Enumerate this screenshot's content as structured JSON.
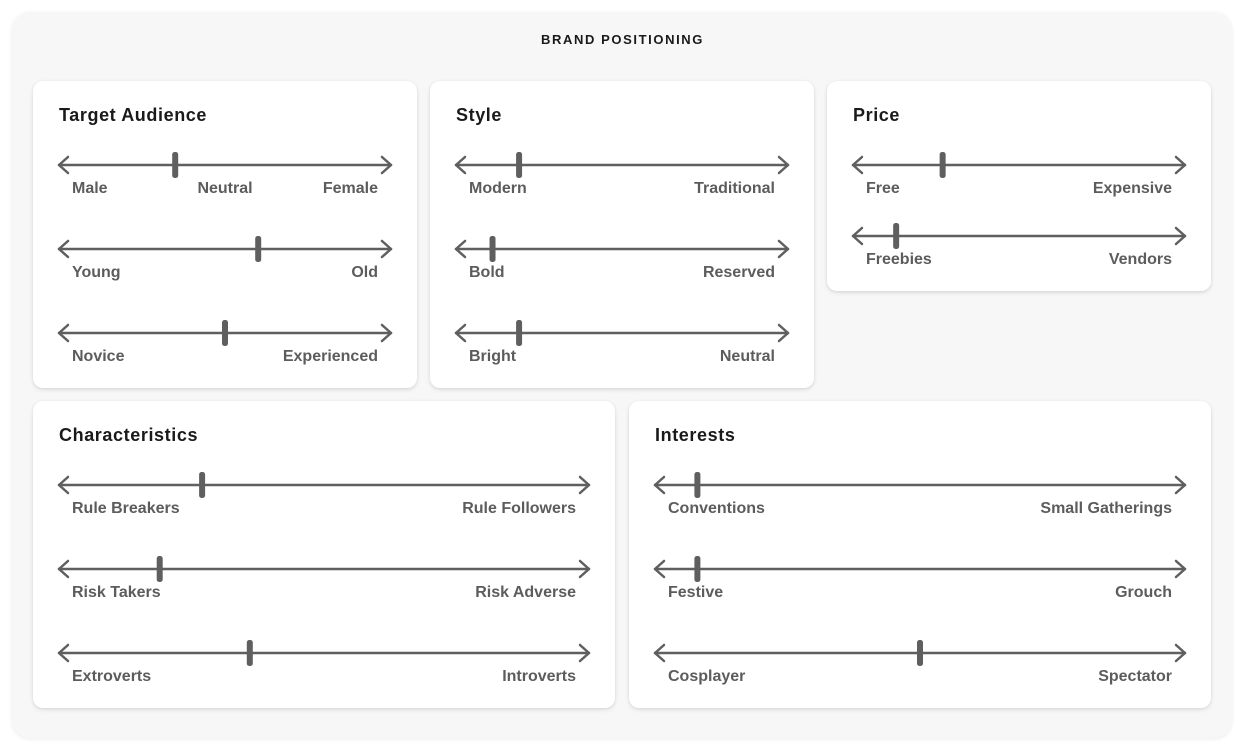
{
  "header": {
    "title": "BRAND POSITIONING"
  },
  "colors": {
    "line": "#5f5f5f",
    "label": "#5c5c5c",
    "title": "#1a1a1a"
  },
  "cards": {
    "target_audience": {
      "title": "Target Audience",
      "scales": [
        {
          "left": "Male",
          "middle": "Neutral",
          "right": "Female",
          "position": 0.35
        },
        {
          "left": "Young",
          "right": "Old",
          "position": 0.6
        },
        {
          "left": "Novice",
          "right": "Experienced",
          "position": 0.5
        }
      ]
    },
    "style": {
      "title": "Style",
      "scales": [
        {
          "left": "Modern",
          "right": "Traditional",
          "position": 0.19
        },
        {
          "left": "Bold",
          "right": "Reserved",
          "position": 0.11
        },
        {
          "left": "Bright",
          "right": "Neutral",
          "position": 0.19
        }
      ]
    },
    "price": {
      "title": "Price",
      "scales": [
        {
          "left": "Free",
          "right": "Expensive",
          "position": 0.27
        },
        {
          "left": "Freebies",
          "right": "Vendors",
          "position": 0.13
        }
      ]
    },
    "characteristics": {
      "title": "Characteristics",
      "scales": [
        {
          "left": "Rule Breakers",
          "right": "Rule Followers",
          "position": 0.27
        },
        {
          "left": "Risk Takers",
          "right": "Risk Adverse",
          "position": 0.19
        },
        {
          "left": "Extroverts",
          "right": "Introverts",
          "position": 0.36
        }
      ]
    },
    "interests": {
      "title": "Interests",
      "scales": [
        {
          "left": "Conventions",
          "right": "Small Gatherings",
          "position": 0.08
        },
        {
          "left": "Festive",
          "right": "Grouch",
          "position": 0.08
        },
        {
          "left": "Cosplayer",
          "right": "Spectator",
          "position": 0.5
        }
      ]
    }
  }
}
